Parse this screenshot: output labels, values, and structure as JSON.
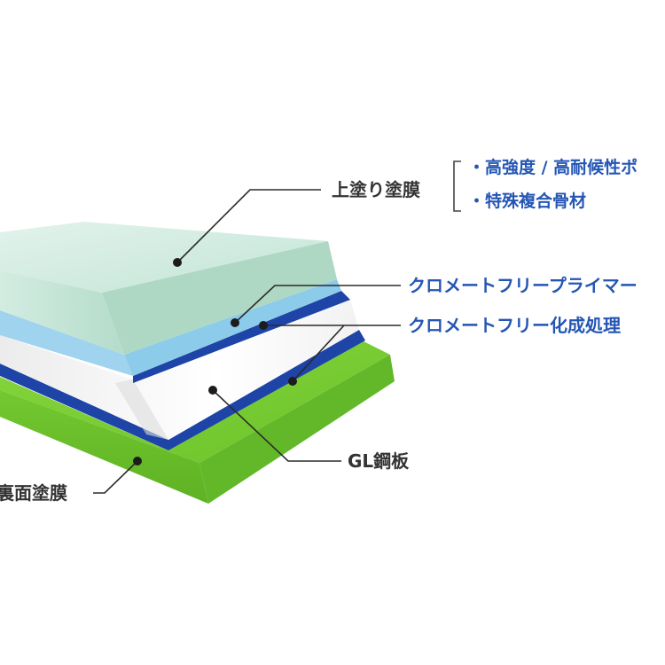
{
  "labels": {
    "top_coat": "上塗り塗膜",
    "feature_1": "・高強度 / 高耐候性ポ",
    "feature_2": "・特殊複合骨材",
    "primer": "クロメートフリープライマー",
    "conversion": "クロメートフリー化成処理",
    "gl_steel": "GL鋼板",
    "back_coat": "裏面塗膜"
  },
  "colors": {
    "top_coat": "#cfeadf",
    "primer": "#9fd3ee",
    "conversion": "#1d44a6",
    "gl_steel": "#f6f6f6",
    "back_coat": "#7ed236",
    "label_blue": "#2456b4",
    "label_dark": "#333333"
  }
}
